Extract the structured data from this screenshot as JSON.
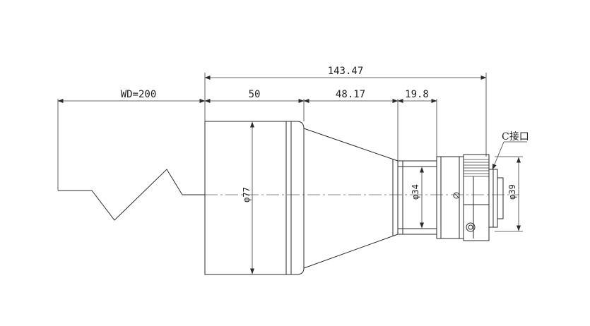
{
  "dimensions": {
    "total_length": "143.47",
    "working_distance": "WD=200",
    "front_length": "50",
    "middle_length": "48.17",
    "rear_length": "19.8",
    "front_diameter": "φ77",
    "middle_diameter": "φ34",
    "rear_diameter": "φ39"
  },
  "labels": {
    "mount": "C接口"
  }
}
